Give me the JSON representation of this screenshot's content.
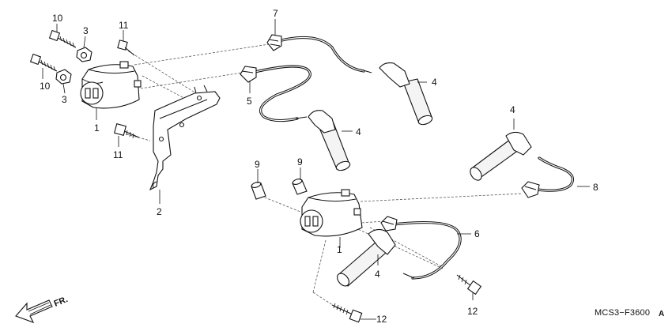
{
  "diagram_code": "MCS3−F3600",
  "diagram_code_suffix": "A",
  "direction_label": "FR.",
  "callouts": {
    "c1a": "1",
    "c1b": "1",
    "c2": "2",
    "c3a": "3",
    "c3b": "3",
    "c4a": "4",
    "c4b": "4",
    "c4c": "4",
    "c4d": "4",
    "c5": "5",
    "c6": "6",
    "c7": "7",
    "c8": "8",
    "c9a": "9",
    "c9b": "9",
    "c10a": "10",
    "c10b": "10",
    "c11a": "11",
    "c11b": "11",
    "c12a": "12",
    "c12b": "12"
  }
}
